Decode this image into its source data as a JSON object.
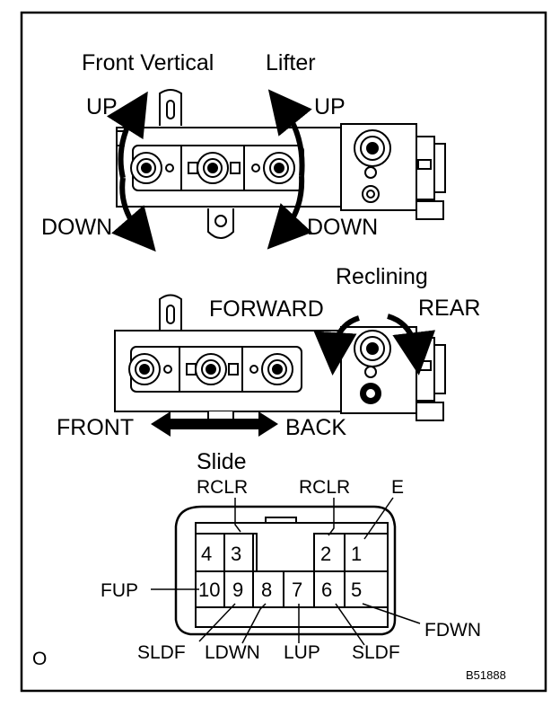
{
  "labels": {
    "front_vertical": "Front Vertical",
    "lifter": "Lifter",
    "up_left": "UP",
    "up_right": "UP",
    "down_left": "DOWN",
    "down_right": "DOWN",
    "reclining": "Reclining",
    "forward": "FORWARD",
    "rear": "REAR",
    "front": "FRONT",
    "back": "BACK",
    "slide": "Slide",
    "rclr_left": "RCLR",
    "rclr_right": "RCLR",
    "e": "E",
    "fup": "FUP",
    "fdwn": "FDWN",
    "sldf_left": "SLDF",
    "ldwn": "LDWN",
    "lup": "LUP",
    "sldf_right": "SLDF",
    "corner_o": "O",
    "figure_code": "B51888"
  },
  "connector": {
    "top_row": [
      "4",
      "3",
      "2",
      "1"
    ],
    "bottom_row": [
      "10",
      "9",
      "8",
      "7",
      "6",
      "5"
    ]
  }
}
